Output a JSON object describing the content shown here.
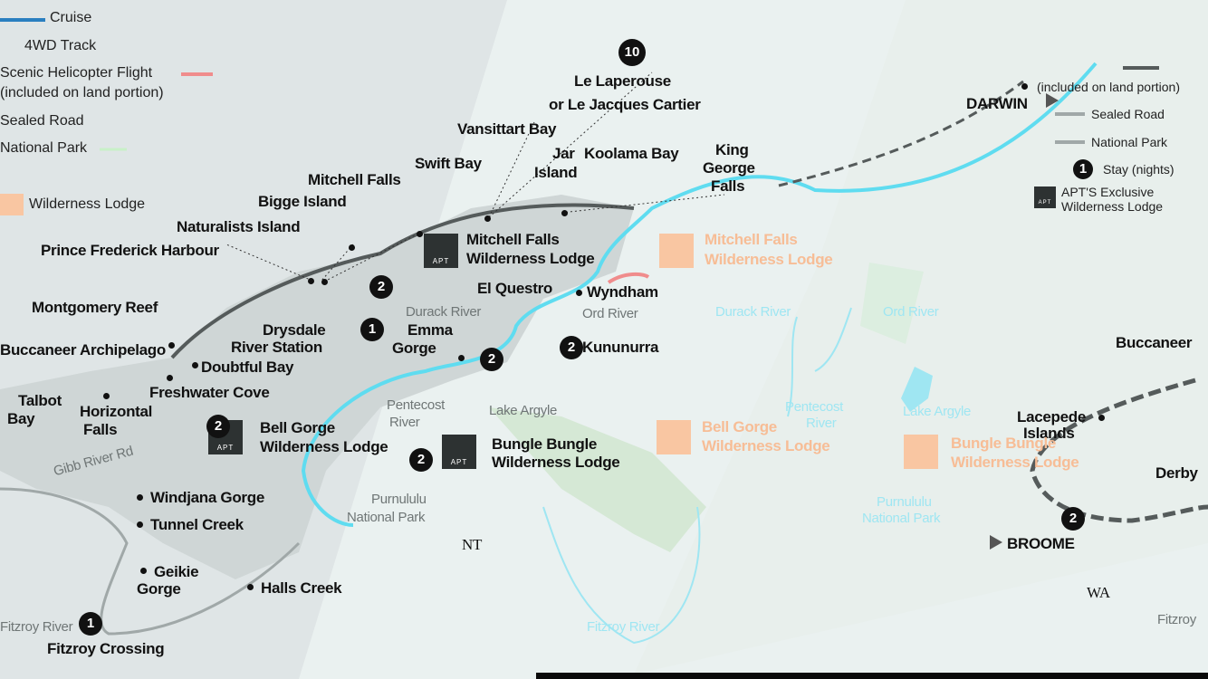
{
  "legend_left": {
    "cruise": "Cruise",
    "track": "4WD Track",
    "heli": "Scenic Helicopter Flight",
    "heli_note": "(included on land portion)",
    "road": "Sealed Road",
    "park": "National Park",
    "lodge": "Wilderness Lodge"
  },
  "legend_right": {
    "heli_note": "(included on land portion)",
    "road": "Sealed Road",
    "park": "National Park",
    "stay_num": "1",
    "stay": "Stay (nights)",
    "apt_badge": "APT",
    "apt": "APT'S Exclusive Wilderness Lodge"
  },
  "places": {
    "laperouse": "Le Laperouse",
    "cartier": "or Le Jacques Cartier",
    "vansittart": "Vansittart Bay",
    "jar1": "Jar",
    "jar2": "Island",
    "koolama": "Koolama Bay",
    "king1": "King",
    "king2": "George",
    "king3": "Falls",
    "swift": "Swift Bay",
    "mitchell": "Mitchell Falls",
    "bigge": "Bigge Island",
    "naturalists": "Naturalists Island",
    "prince": "Prince Frederick Harbour",
    "mfl1": "Mitchell Falls",
    "mfl2": "Wilderness Lodge",
    "elquestro": "El Questro",
    "wyndham": "Wyndham",
    "montgomery": "Montgomery Reef",
    "drys1": "Drysdale",
    "drys2": "River Station",
    "emma1": "Emma",
    "emma2": "Gorge",
    "kununurra": "Kununurra",
    "buccaneer": "Buccaneer Archipelago",
    "buccaneer_r": "Buccaneer",
    "doubtful": "Doubtful Bay",
    "freshwater": "Freshwater Cove",
    "talbot1": "Talbot",
    "talbot2": "Bay",
    "horiz1": "Horizontal",
    "horiz2": "Falls",
    "bell1": "Bell Gorge",
    "bell2": "Wilderness Lodge",
    "bungle1": "Bungle Bungle",
    "bungle2": "Wilderness Lodge",
    "lacepede1": "Lacepede",
    "lacepede2": "Islands",
    "derby": "Derby",
    "windjana": "Windjana Gorge",
    "tunnel": "Tunnel Creek",
    "geikie1": "Geikie",
    "geikie2": "Gorge",
    "halls": "Halls Creek",
    "broome": "BROOME",
    "darwin": "DARWIN",
    "fitzroy": "Fitzroy Crossing",
    "wa": "WA",
    "nt": "NT"
  },
  "features": {
    "durack": "Durack River",
    "ord": "Ord River",
    "pent1": "Pentecost",
    "pent2": "River",
    "argyle": "Lake Argyle",
    "purn1": "Purnululu",
    "purn2": "National Park",
    "gibb": "Gibb River Rd",
    "fitzroy_river": "Fitzroy River",
    "fitzroy_r": "Fitzroy"
  },
  "lodges_faded": {
    "mf1": "Mitchell Falls",
    "mf2": "Wilderness Lodge",
    "bg1": "Bell Gorge",
    "bg2": "Wilderness Lodge",
    "bb1": "Bungle Bungle",
    "bb2": "Wilderness Lodge"
  },
  "stays": [
    "10",
    "2",
    "1",
    "2",
    "2",
    "2",
    "2",
    "2",
    "1"
  ],
  "apt_label": "APT",
  "colors": {
    "cruise": "#5fdcf0",
    "track": "#555b5b",
    "heli": "#f08c8c",
    "lodge": "#f9c6a2",
    "land": "#cfd6d6"
  }
}
